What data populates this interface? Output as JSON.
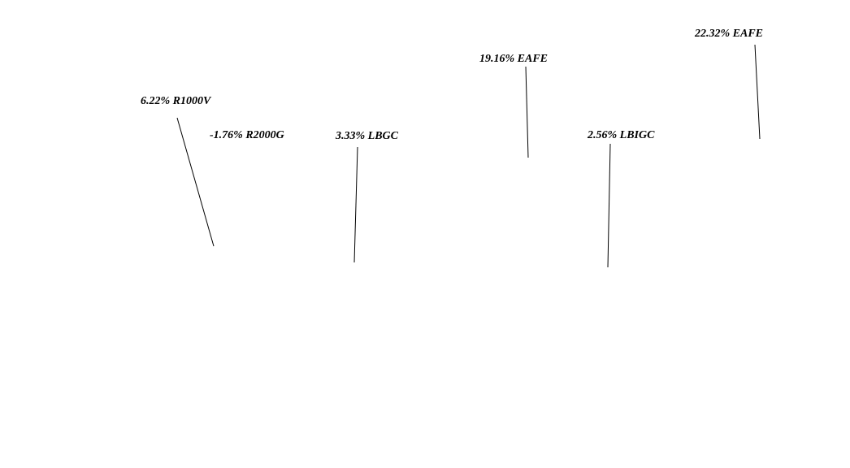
{
  "chart_data": {
    "type": "scatter",
    "title": "",
    "xlabel": "",
    "ylabel": "",
    "annotations": [
      {
        "text": "6.22% R1000V",
        "value": 6.22,
        "series": "R1000V"
      },
      {
        "text": "-1.76% R2000G",
        "value": -1.76,
        "series": "R2000G"
      },
      {
        "text": "3.33% LBGC",
        "value": 3.33,
        "series": "LBGC"
      },
      {
        "text": "19.16% EAFE",
        "value": 19.16,
        "series": "EAFE"
      },
      {
        "text": "2.56% LBIGC",
        "value": 2.56,
        "series": "LBIGC"
      },
      {
        "text": "22.32% EAFE",
        "value": 22.32,
        "series": "EAFE"
      }
    ],
    "grid": false,
    "colors": {
      "text": "#000000",
      "line": "#000000",
      "background": "#ffffff"
    }
  }
}
